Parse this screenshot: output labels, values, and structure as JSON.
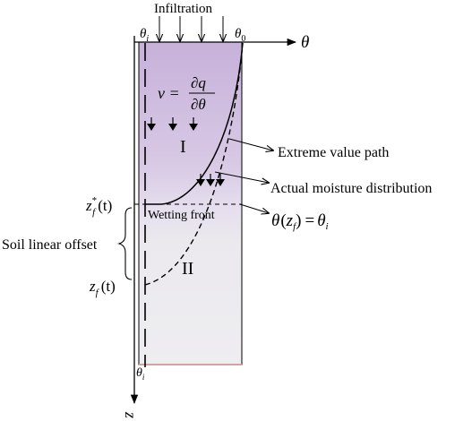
{
  "labels": {
    "infiltration": "Infiltration",
    "theta_i_top": "θ",
    "theta_i_top_sub": "i",
    "theta_0": "θ",
    "theta_0_sub": "0",
    "theta_axis": "θ",
    "z_axis": "z",
    "theta_i_bottom": "θ",
    "theta_i_bottom_sub": "i",
    "roman_1": "I",
    "roman_2": "II",
    "extreme_value_path": "Extreme value path",
    "actual_moisture_distribution": "Actual moisture distribution",
    "wetting_front": "Wetting front",
    "soil_linear_offset": "Soil linear offset",
    "zf_star_main": "z",
    "zf_star_sub": "f",
    "zf_star_sup": "*",
    "zf_star_arg": "(t)",
    "zf_main": "z",
    "zf_sub": "f",
    "zf_arg": "(t)",
    "v_lhs": "v =",
    "v_num": "∂q",
    "v_den": "∂θ",
    "cond_theta": "θ",
    "cond_open": "(",
    "cond_z": "z",
    "cond_zsub": "f",
    "cond_close": ")",
    "cond_eq": "=",
    "cond_rhs": "θ",
    "cond_rhs_sub": "i"
  },
  "colors": {
    "wetted_top": "#c8b2db",
    "wetted_mid": "#ddd0e8",
    "dry_zone": "#eceaee",
    "bottom_edge": "#d9a0a0",
    "line": "#000000"
  }
}
